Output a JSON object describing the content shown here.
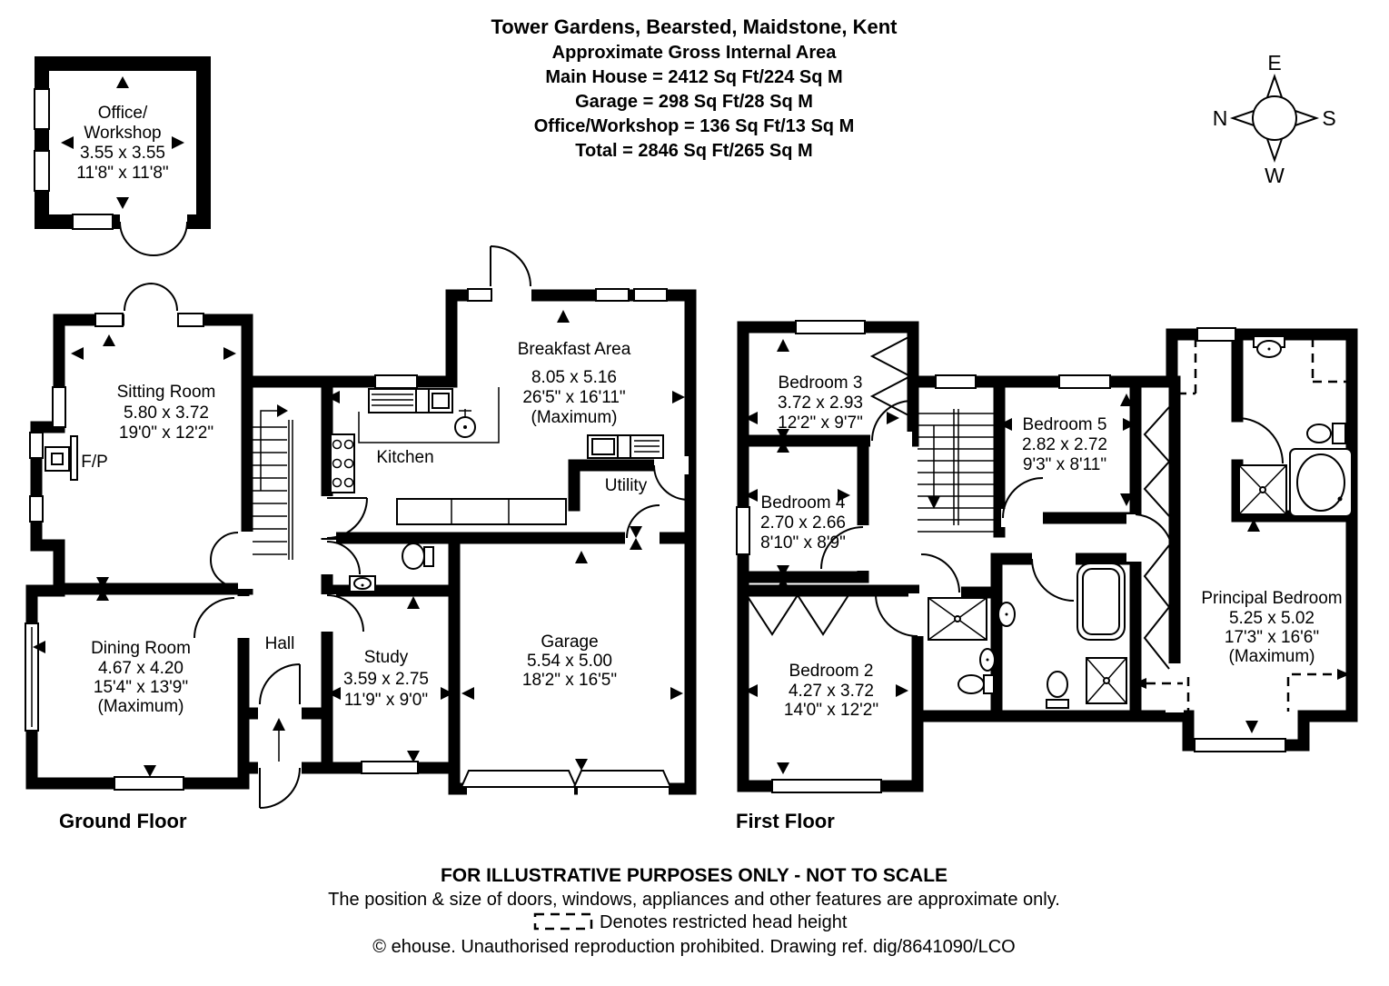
{
  "header": {
    "title": "Tower Gardens, Bearsted, Maidstone, Kent",
    "subtitle": "Approximate Gross Internal Area",
    "area_lines": [
      "Main House = 2412 Sq Ft/224 Sq M",
      "Garage = 298 Sq Ft/28 Sq M",
      "Office/Workshop = 136 Sq Ft/13 Sq M",
      "Total = 2846 Sq Ft/265 Sq M"
    ]
  },
  "compass": {
    "north": "N",
    "east": "E",
    "south": "S",
    "west": "W"
  },
  "floors": {
    "ground": {
      "label": "Ground Floor"
    },
    "first": {
      "label": "First Floor"
    }
  },
  "rooms": {
    "office": {
      "name_line1": "Office/",
      "name_line2": "Workshop",
      "metric": "3.55 x 3.55",
      "imperial": "11'8\" x 11'8\""
    },
    "sitting": {
      "name": "Sitting Room",
      "metric": "5.80 x 3.72",
      "imperial": "19'0\" x 12'2\""
    },
    "fireplace": {
      "label": "F/P"
    },
    "kitchen": {
      "name": "Kitchen"
    },
    "breakfast": {
      "name": "Breakfast Area",
      "metric": "8.05 x 5.16",
      "imperial": "26'5\" x 16'11\"",
      "note": "(Maximum)"
    },
    "utility": {
      "name": "Utility"
    },
    "hall": {
      "name": "Hall"
    },
    "dining": {
      "name": "Dining Room",
      "metric": "4.67 x 4.20",
      "imperial": "15'4\" x 13'9\"",
      "note": "(Maximum)"
    },
    "study": {
      "name": "Study",
      "metric": "3.59 x 2.75",
      "imperial": "11'9\" x 9'0\""
    },
    "garage": {
      "name": "Garage",
      "metric": "5.54 x 5.00",
      "imperial": "18'2\" x 16'5\""
    },
    "bedroom3": {
      "name": "Bedroom 3",
      "metric": "3.72 x 2.93",
      "imperial": "12'2\" x 9'7\""
    },
    "bedroom4": {
      "name": "Bedroom 4",
      "metric": "2.70 x 2.66",
      "imperial": "8'10\" x 8'9\""
    },
    "bedroom5": {
      "name": "Bedroom 5",
      "metric": "2.82 x 2.72",
      "imperial": "9'3\" x 8'11\""
    },
    "bedroom2": {
      "name": "Bedroom 2",
      "metric": "4.27 x 3.72",
      "imperial": "14'0\" x 12'2\""
    },
    "principal": {
      "name": "Principal Bedroom",
      "metric": "5.25 x 5.02",
      "imperial": "17'3\" x 16'6\"",
      "note": "(Maximum)"
    }
  },
  "footer": {
    "line1": "FOR ILLUSTRATIVE PURPOSES ONLY - NOT TO SCALE",
    "line2": "The position & size of doors, windows, appliances and other features are approximate only.",
    "line3": "Denotes restricted head height",
    "line4": "© ehouse. Unauthorised reproduction prohibited. Drawing ref. dig/8641090/LCO"
  },
  "colors": {
    "wall": "#000000",
    "background": "#ffffff"
  }
}
